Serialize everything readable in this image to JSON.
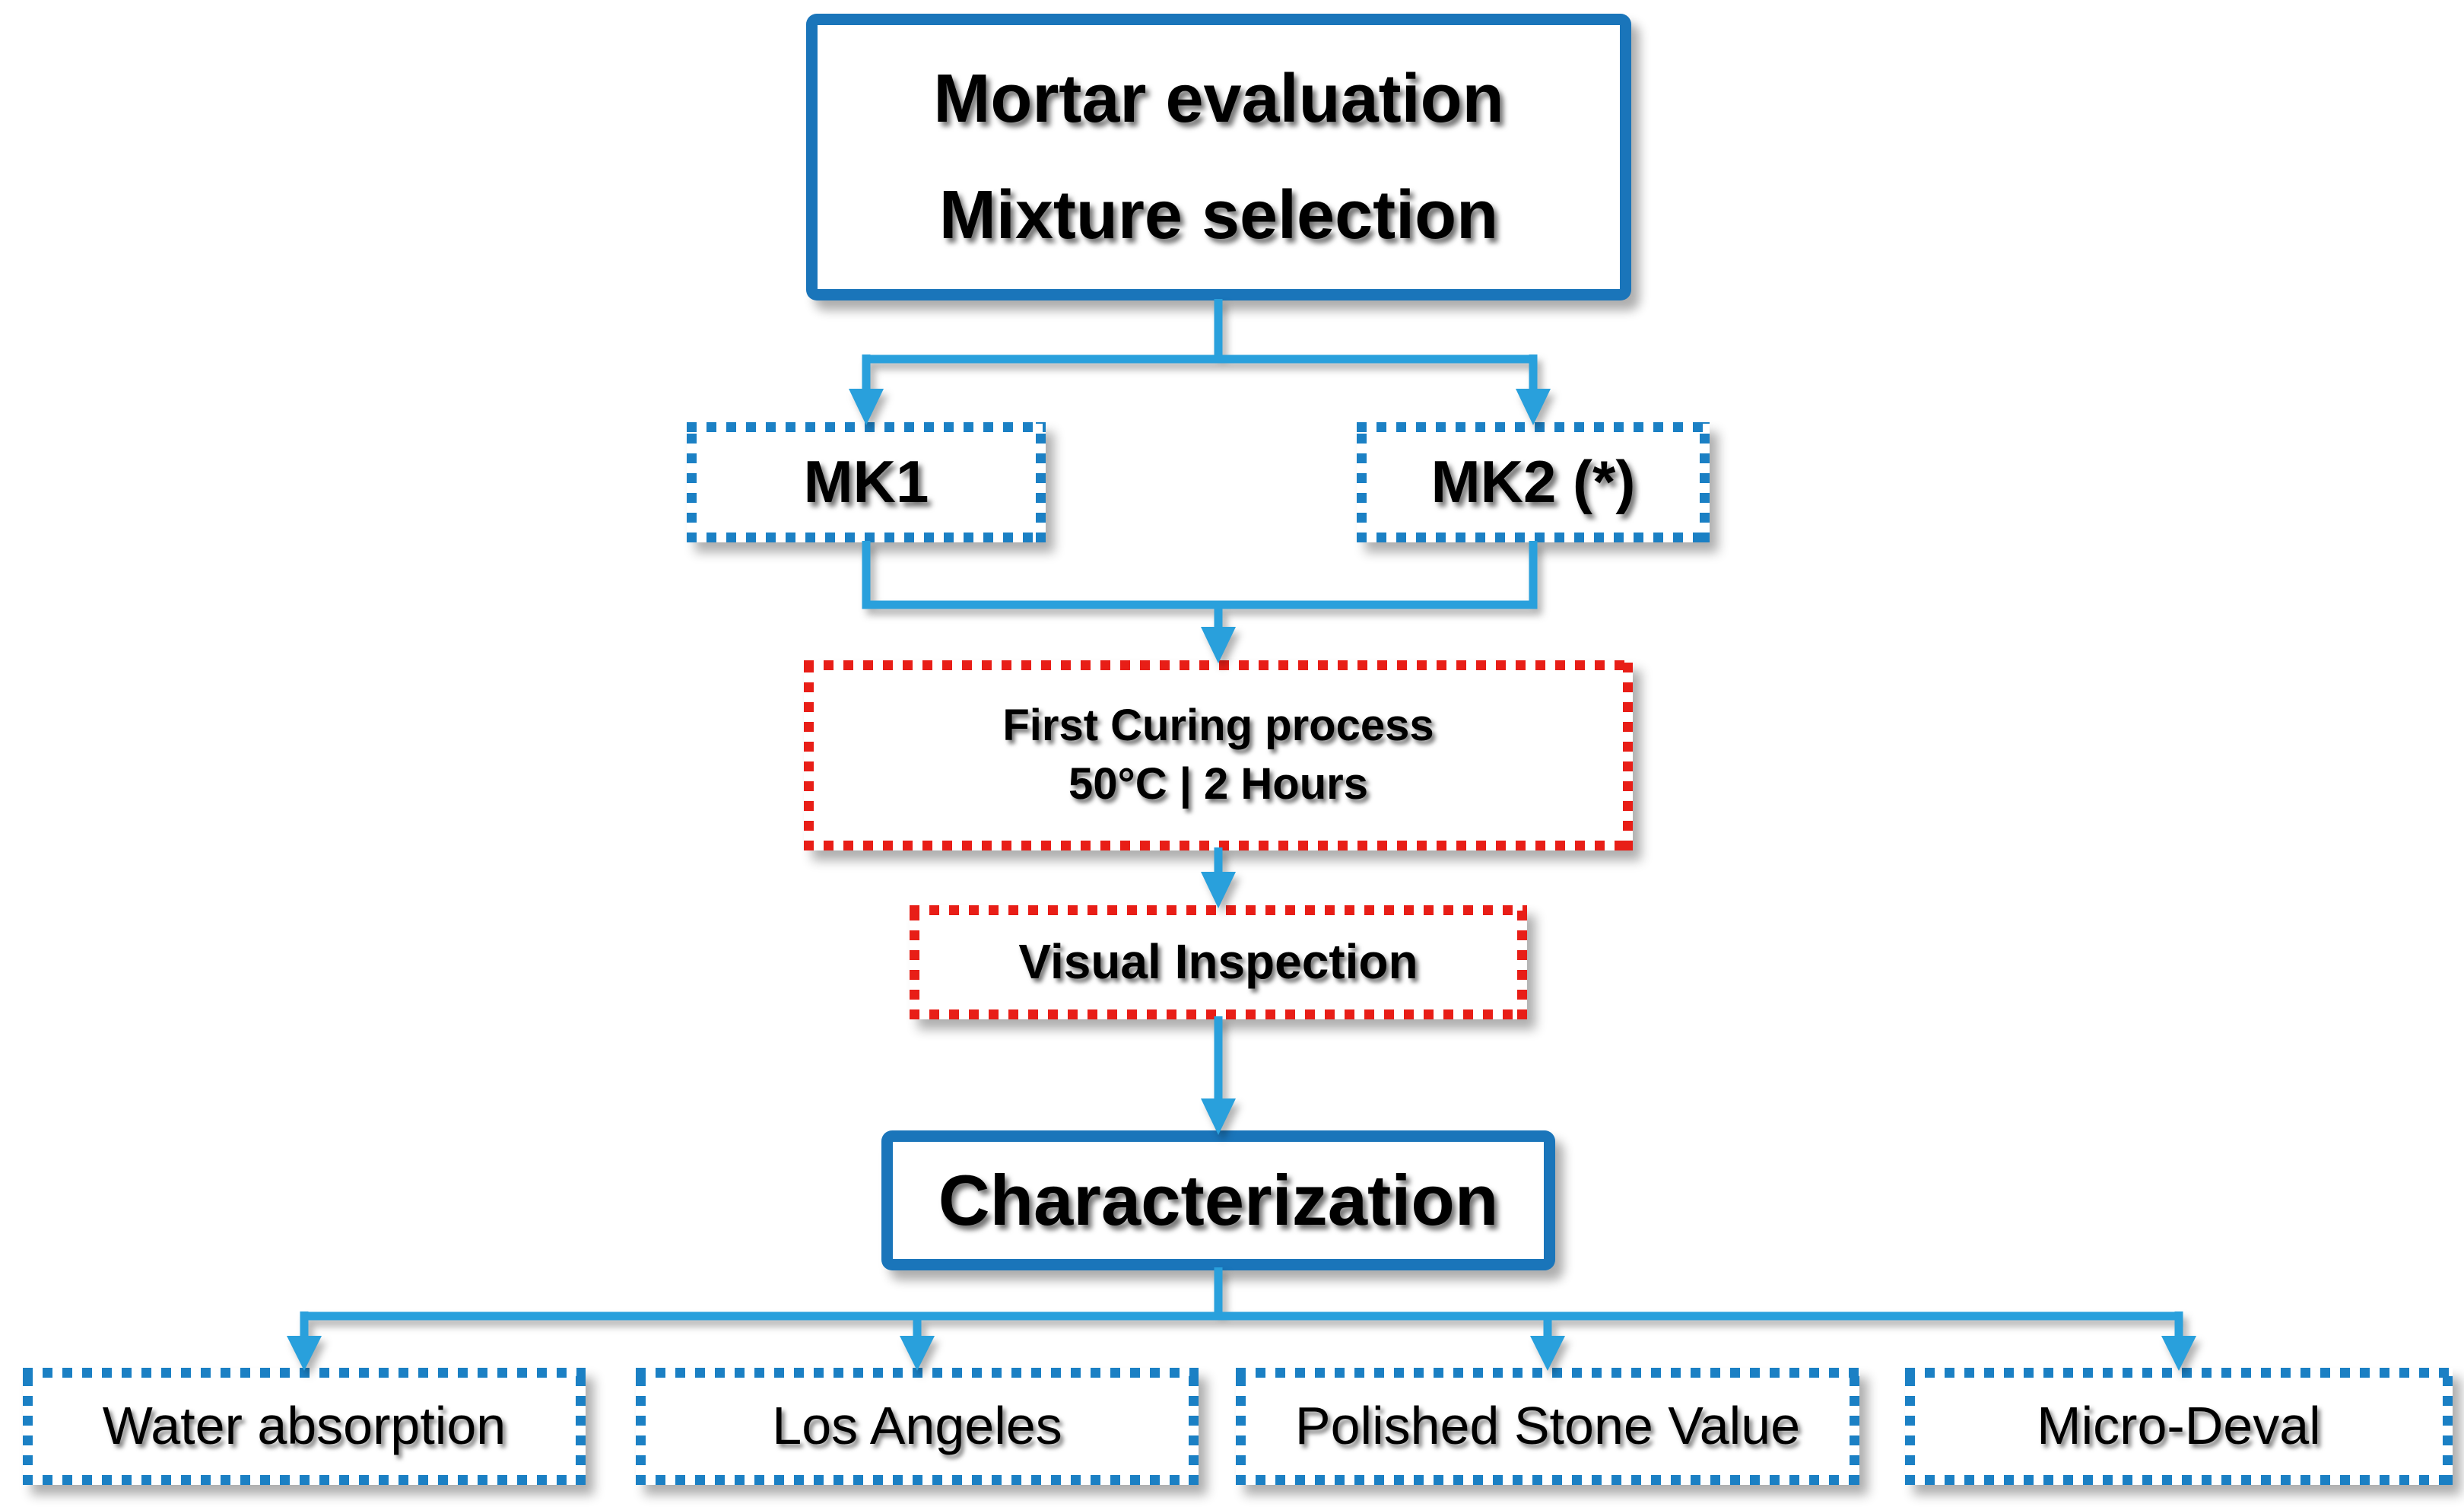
{
  "figure": {
    "title": "Mortar evaluation flowchart",
    "colors": {
      "solid_border": "#1a75ba",
      "dashed_blue": "#1b80c4",
      "dashed_red": "#e81e17",
      "connector": "#29a0dc",
      "text": "#000000",
      "background": "#ffffff"
    },
    "nodes": {
      "mortar_line1": "Mortar evaluation",
      "mortar_line2": "Mixture selection",
      "mk1": "MK1",
      "mk2": "MK2 (*)",
      "curing_line1": "First Curing process",
      "curing_line2": "50°C | 2 Hours",
      "visual": "Visual Inspection",
      "characterization": "Characterization",
      "water_absorption": "Water absorption",
      "los_angeles": "Los Angeles",
      "polished_stone_value": "Polished Stone Value",
      "micro_deval": "Micro-Deval"
    }
  }
}
